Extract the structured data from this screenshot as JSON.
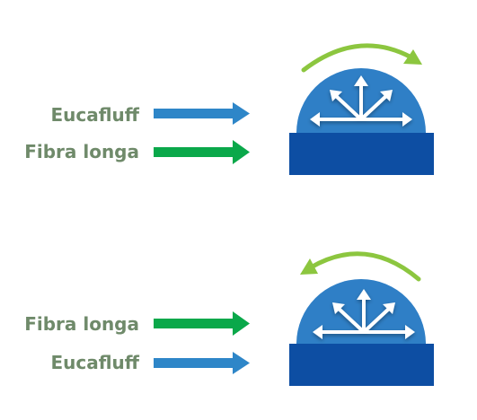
{
  "colors": {
    "label_text": "#6f8a6a",
    "eucafluff_arrow": "#2e86c8",
    "fibra_longa_arrow": "#0aa84a",
    "machine_base": "#0d4ea3",
    "dome": "#2f7fc6",
    "dome_arrows": "#ffffff",
    "rotation_arrow": "#8cc63f"
  },
  "top_panel": {
    "first_label": "Eucafluff",
    "second_label": "Fibra longa",
    "rotation": "clockwise"
  },
  "bottom_panel": {
    "first_label": "Fibra longa",
    "second_label": "Eucafluff",
    "rotation": "counterclockwise"
  }
}
